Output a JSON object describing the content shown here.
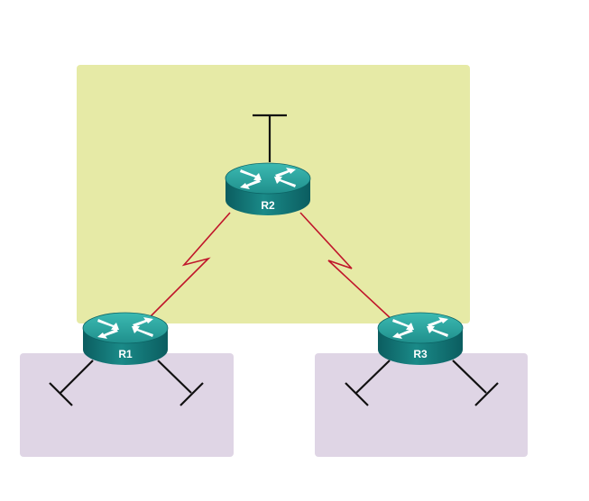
{
  "colors": {
    "area_top": "#e6eaa6",
    "area_bottom": "#dfd5e5",
    "link_serial": "#c0162b",
    "link_ethernet": "#111111",
    "router_top": "#2aa6a0",
    "router_side": "#0f6f71",
    "router_arrows": "#ffffff",
    "label_text": "#ffffff"
  },
  "routers": [
    {
      "id": "R2",
      "label": "R2",
      "icon": "router-icon"
    },
    {
      "id": "R1",
      "label": "R1",
      "icon": "router-icon"
    },
    {
      "id": "R3",
      "label": "R3",
      "icon": "router-icon"
    }
  ],
  "links": [
    {
      "from": "R2",
      "to": "R1",
      "type": "serial"
    },
    {
      "from": "R2",
      "to": "R3",
      "type": "serial"
    }
  ],
  "lan_stubs": [
    {
      "router": "R2",
      "count": 1
    },
    {
      "router": "R1",
      "count": 2
    },
    {
      "router": "R3",
      "count": 2
    }
  ],
  "areas": [
    {
      "id": "top-area",
      "color_key": "area_top"
    },
    {
      "id": "bottom-left-area",
      "color_key": "area_bottom"
    },
    {
      "id": "bottom-right-area",
      "color_key": "area_bottom"
    }
  ]
}
